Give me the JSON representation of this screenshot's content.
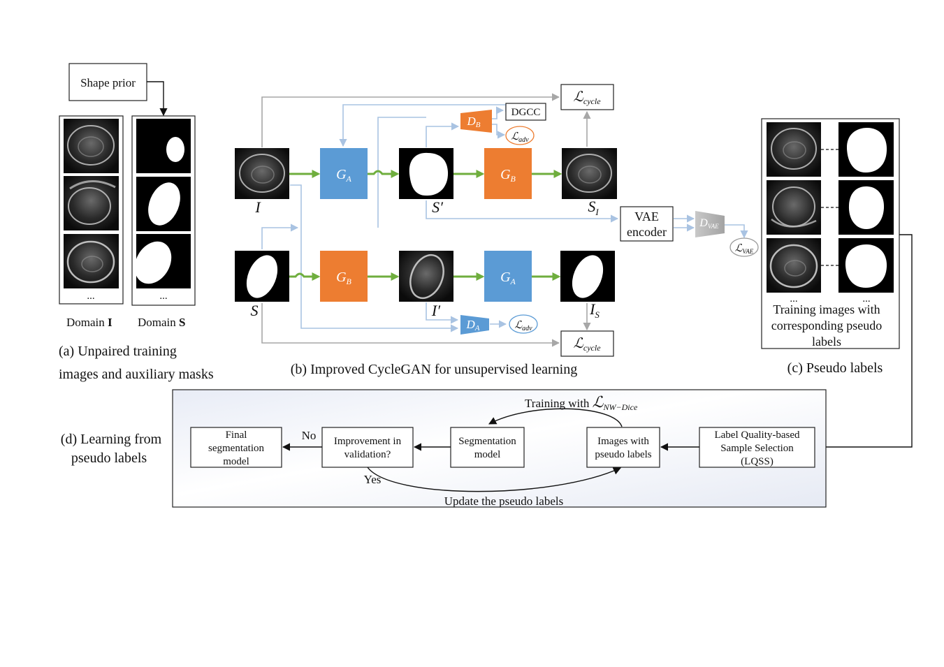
{
  "panel_a": {
    "shape_prior": "Shape prior",
    "ellipsis_i": "...",
    "ellipsis_s": "...",
    "domain_i_label": "Domain ",
    "domain_i_symbol": "I",
    "domain_s_label": "Domain ",
    "domain_s_symbol": "S",
    "caption_line1": "(a) Unpaired training",
    "caption_line2": "images and auxiliary masks"
  },
  "panel_b": {
    "caption": "(b) Improved CycleGAN for unsupervised learning",
    "ga": "G",
    "ga_sub": "A",
    "gb": "G",
    "gb_sub": "B",
    "db": "D",
    "db_sub": "B",
    "da": "D",
    "da_sub": "A",
    "dvae": "D",
    "dvae_sub": "VAE",
    "dgcc": "DGCC",
    "vae_line1": "VAE",
    "vae_line2": "encoder",
    "l_cycle_sub": "cycle",
    "l_adv_sub": "adv",
    "l_vae_sub": "VAE",
    "loss_symbol": "ℒ",
    "label_I": "I",
    "label_S_prime": "S′",
    "label_S_I": "S",
    "label_S_I_sub": "I",
    "label_S": "S",
    "label_I_prime": "I′",
    "label_I_S": "I",
    "label_I_S_sub": "S"
  },
  "panel_c": {
    "caption": "(c) Pseudo labels",
    "ellipsis_left": "...",
    "ellipsis_right": "...",
    "text_line1": "Training images with",
    "text_line2": "corresponding pseudo",
    "text_line3": "labels"
  },
  "panel_d": {
    "caption_line1": "(d) Learning from",
    "caption_line2": "pseudo labels",
    "final_line1": "Final",
    "final_line2": "segmentation",
    "final_line3": "model",
    "no_label": "No",
    "improvement_line1": "Improvement in",
    "improvement_line2": "validation?",
    "seg_line1": "Segmentation",
    "seg_line2": "model",
    "images_line1": "Images with",
    "images_line2": "pseudo labels",
    "lqss_line1": "Label Quality-based",
    "lqss_line2": "Sample Selection",
    "lqss_line3": "(LQSS)",
    "training_with": "Training with ",
    "nw_dice_sub": "NW−Dice",
    "yes_label": "Yes",
    "update_label": "Update the pseudo labels"
  },
  "colors": {
    "generator_blue": "#5b9bd5",
    "generator_orange": "#ed7d31",
    "arrow_green": "#6fae3e",
    "arrow_light_blue": "#a9c3e2",
    "arrow_gray": "#a7a7a7",
    "discriminator_vae_gray": "#b3b3b3"
  }
}
